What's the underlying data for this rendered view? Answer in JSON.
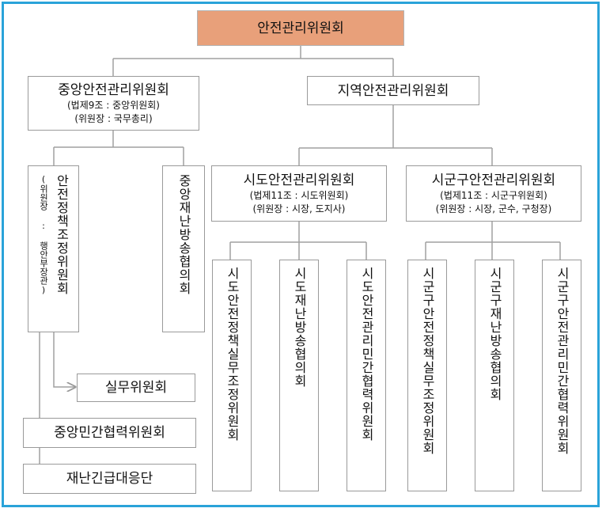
{
  "root": {
    "title": "안전관리위원회"
  },
  "central": {
    "title": "중앙안전관리위원회",
    "basis": "(법제9조 : 중앙위원회)",
    "chair": "(위원장 : 국무총리)",
    "policy": {
      "title": "안전정책조정위원회",
      "chair": "(위원장 : 행안부장관)"
    },
    "disaster": {
      "title": "중앙재난방송협의회"
    },
    "working": {
      "title": "실무위원회"
    },
    "civil": {
      "title": "중앙민간협력위원회"
    },
    "emergency": {
      "title": "재난긴급대응단"
    }
  },
  "regional": {
    "title": "지역안전관리위원회",
    "sido": {
      "title": "시도안전관리위원회",
      "basis": "(법제11조 : 시도위원회)",
      "chair": "(위원장 : 시장, 도지사)",
      "children": [
        "시도안전정책실무조정위원회",
        "시도재난방송협의회",
        "시도안전관리민간협력위원회"
      ]
    },
    "sigungu": {
      "title": "시군구안전관리위원회",
      "basis": "(법제11조 : 시군구위원회)",
      "chair": "(위원장 : 시장, 군수, 구청장)",
      "children": [
        "시군구안전정책실무조정위원회",
        "시군구재난방송협의회",
        "시군구안전관리민간협력위원회"
      ]
    }
  },
  "colors": {
    "root_fill": "#e8a07a",
    "frame": "#2aa3d9",
    "line": "#9a9a9a"
  }
}
